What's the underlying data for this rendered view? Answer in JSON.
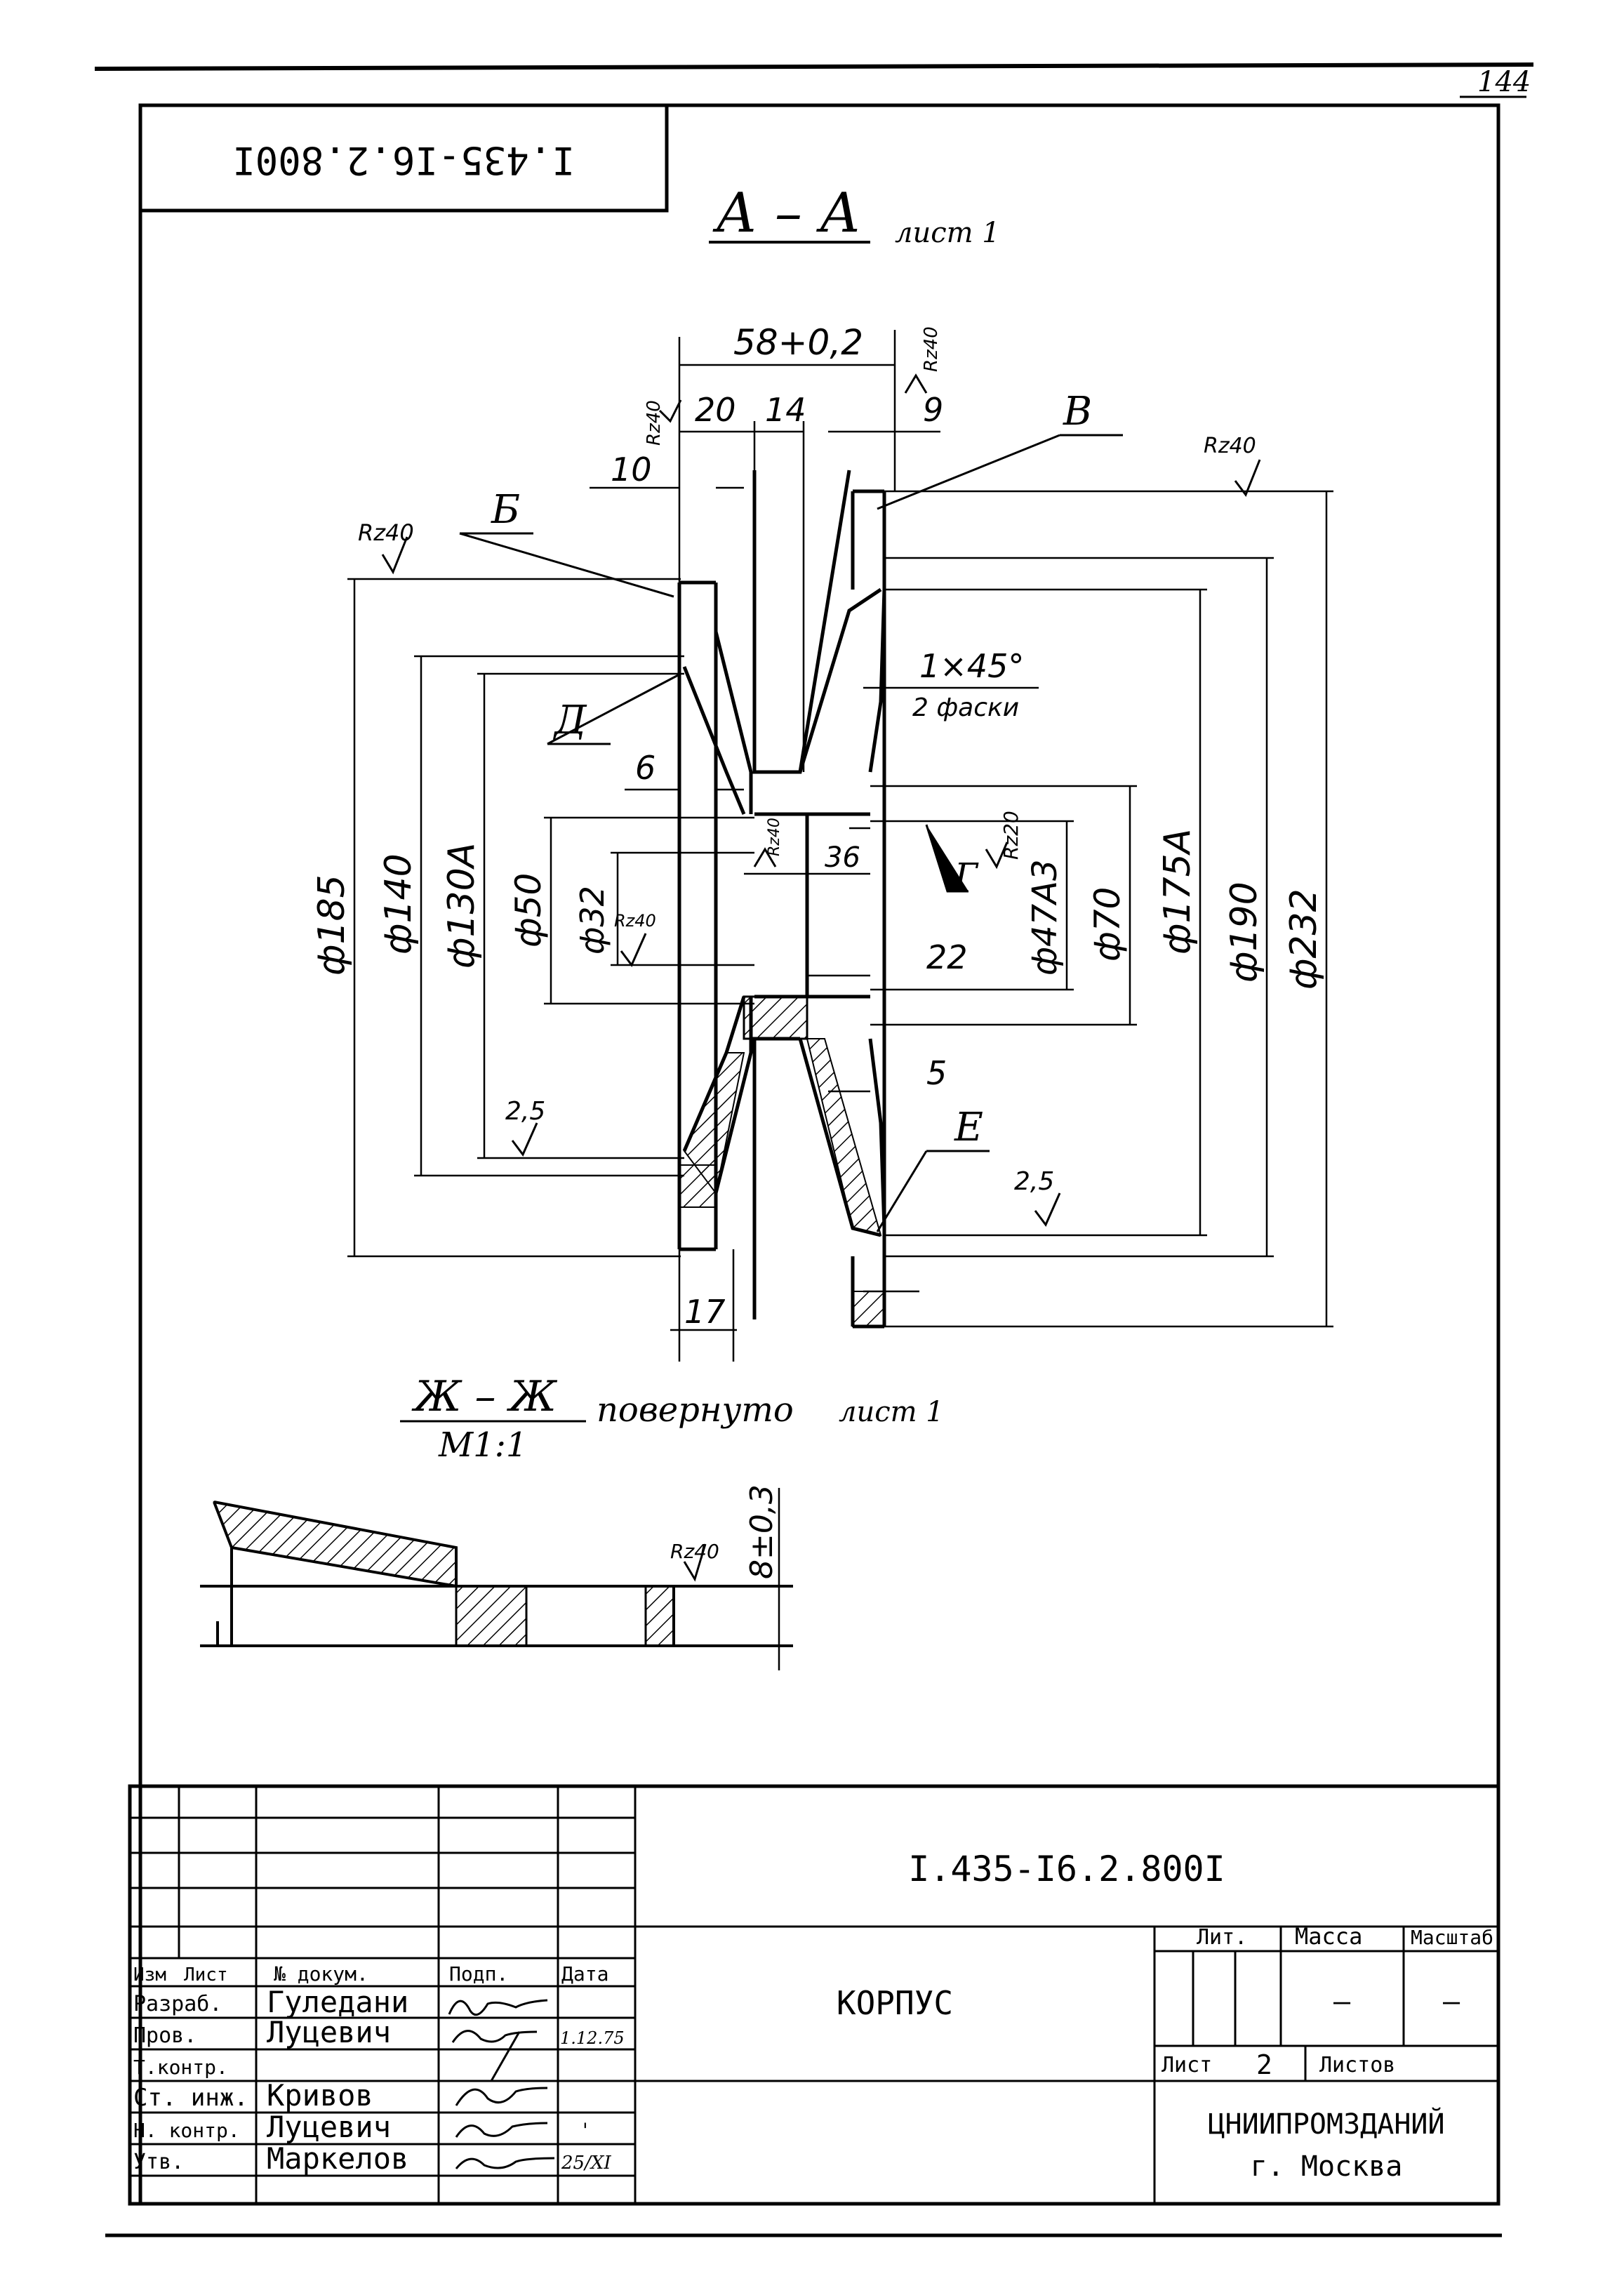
{
  "sheet_number": "144",
  "doc_code": "I.435-I6.2.800I",
  "title_block_code": "I.435-I6.2.800I",
  "section_aa": {
    "title": "А – А",
    "sheet_ref": "лист 1"
  },
  "section_zh": {
    "title": "Ж – Ж",
    "scale": "М1:1",
    "note": "повернуто",
    "sheet_ref": "лист 1"
  },
  "dimensions": {
    "d_58": "58+0,2",
    "d_20": "20",
    "d_14": "14",
    "d_9": "9",
    "d_10": "10",
    "d_6": "6",
    "d_36": "36",
    "d_22": "22",
    "d_5": "5",
    "d_17": "17",
    "chamfer": "1×45°",
    "chamfer_note": "2 фаски",
    "phi185": "ф185",
    "phi140": "ф140",
    "phi130A": "ф130А",
    "phi50": "ф50",
    "phi32": "ф32",
    "phi47A3": "ф47А3",
    "phi70": "ф70",
    "phi175A": "ф175А",
    "phi190": "ф190",
    "phi232": "ф232",
    "d_8": "8±0,3"
  },
  "roughness": {
    "rz40": "Rz40",
    "rz20": "Rz20",
    "r25": "2,5"
  },
  "callouts": {
    "b": "Б",
    "v": "В",
    "d": "Д",
    "g": "Г",
    "e": "Е"
  },
  "title_block": {
    "headers": {
      "izm": "Изм",
      "list": "Лист",
      "doc": "№ докум.",
      "podp": "Подп.",
      "data": "Дата"
    },
    "rows": [
      {
        "role": "Разраб.",
        "name": "Гуледани",
        "date": ""
      },
      {
        "role": "Пров.",
        "name": "Луцевич",
        "date": "1.12.75"
      },
      {
        "role": "Т.контр.",
        "name": "",
        "date": ""
      },
      {
        "role": "Ст. инж.",
        "name": "Кривов",
        "date": ""
      },
      {
        "role": "Н. контр.",
        "name": "Луцевич",
        "date": "'"
      },
      {
        "role": "Утв.",
        "name": "Маркелов",
        "date": "25/XI"
      }
    ],
    "part_name": "КОРПУС",
    "lit_label": "Лит.",
    "mass_label": "Масса",
    "scale_label": "Масштаб",
    "mass_value": "–",
    "scale_value": "–",
    "sheet_label": "Лист",
    "sheet_value": "2",
    "sheets_label": "Листов",
    "org": "ЦНИИПРОМЗДАНИЙ",
    "city": "г. Москва"
  }
}
